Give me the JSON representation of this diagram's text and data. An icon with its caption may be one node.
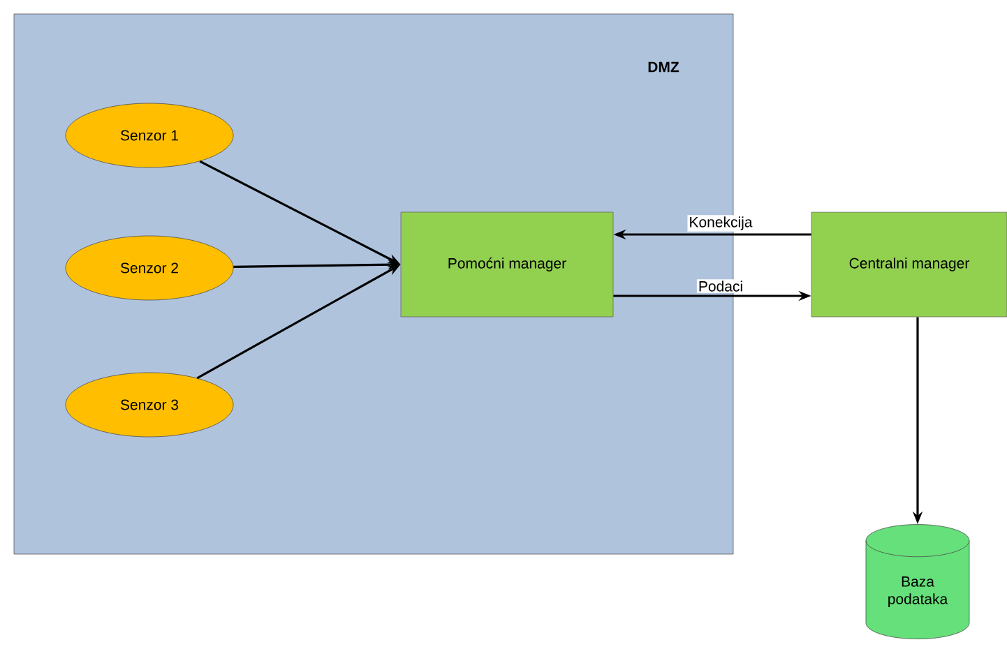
{
  "diagram": {
    "nodes": [
      {
        "text": [
          "DMZ"
        ]
      },
      {
        "text": [
          "Senzor 1"
        ],
        "in": 0
      },
      {
        "text": [
          "Senzor 2"
        ],
        "in": 0
      },
      {
        "text": [
          "Senzor 3"
        ],
        "in": 0
      },
      {
        "text": [
          "Pomoćni manager"
        ],
        "in": 0
      },
      {
        "text": [
          "Centralni manager"
        ]
      },
      {
        "text": [
          "Baza podataka"
        ]
      }
    ],
    "edges": [
      {
        "from": 1,
        "to": 4,
        "arrow": "to"
      },
      {
        "from": 2,
        "to": 4,
        "arrow": "to"
      },
      {
        "from": 3,
        "to": 4,
        "arrow": "to"
      },
      {
        "from": 5,
        "to": 4,
        "arrow": "to",
        "label": "Konekcija"
      },
      {
        "from": 4,
        "to": 5,
        "arrow": "to",
        "label": "Podaci"
      },
      {
        "from": 5,
        "to": 6,
        "arrow": "to"
      }
    ]
  }
}
